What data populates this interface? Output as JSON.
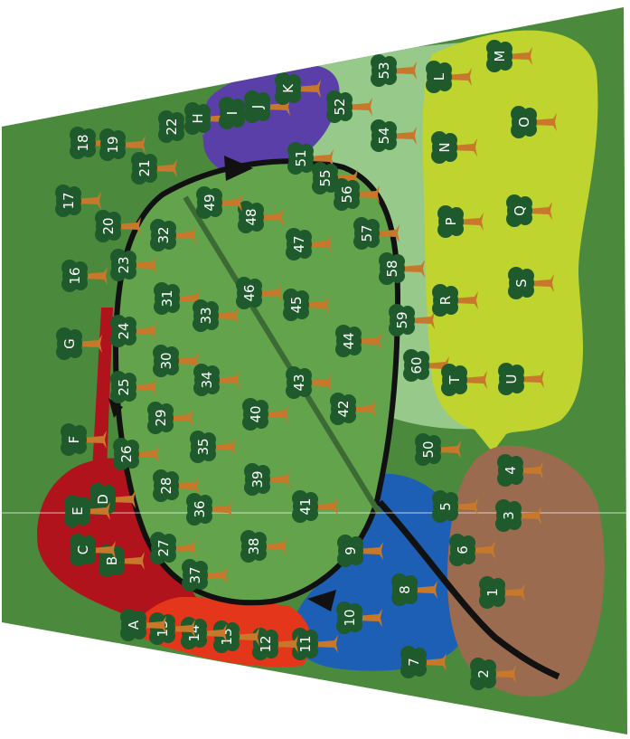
{
  "map": {
    "colors": {
      "background_grass": "#4b8a3c",
      "inner_oval": "#62a34c",
      "light_green_zone": "#96c98a",
      "yellow_green_zone": "#bfd42e",
      "purple_zone": "#5b3fa8",
      "blue_zone": "#1c5fb4",
      "brown_zone": "#9a6b4e",
      "dark_red_zone": "#b0131b",
      "orange_red_zone": "#e4361b",
      "path": "#111111",
      "tree_canopy": "#1e5a2c",
      "tree_trunk": "#c7782a",
      "label": "#ffffff"
    },
    "trees": [
      {
        "label": "1"
      },
      {
        "label": "2"
      },
      {
        "label": "3"
      },
      {
        "label": "4"
      },
      {
        "label": "5"
      },
      {
        "label": "6"
      },
      {
        "label": "7"
      },
      {
        "label": "8"
      },
      {
        "label": "9"
      },
      {
        "label": "10"
      },
      {
        "label": "11"
      },
      {
        "label": "12"
      },
      {
        "label": "13"
      },
      {
        "label": "14"
      },
      {
        "label": "15"
      },
      {
        "label": "16"
      },
      {
        "label": "17"
      },
      {
        "label": "18"
      },
      {
        "label": "19"
      },
      {
        "label": "20"
      },
      {
        "label": "21"
      },
      {
        "label": "22"
      },
      {
        "label": "23"
      },
      {
        "label": "24"
      },
      {
        "label": "25"
      },
      {
        "label": "26"
      },
      {
        "label": "27"
      },
      {
        "label": "28"
      },
      {
        "label": "29"
      },
      {
        "label": "30"
      },
      {
        "label": "31"
      },
      {
        "label": "32"
      },
      {
        "label": "33"
      },
      {
        "label": "34"
      },
      {
        "label": "35"
      },
      {
        "label": "36"
      },
      {
        "label": "37"
      },
      {
        "label": "38"
      },
      {
        "label": "39"
      },
      {
        "label": "40"
      },
      {
        "label": "41"
      },
      {
        "label": "42"
      },
      {
        "label": "43"
      },
      {
        "label": "44"
      },
      {
        "label": "45"
      },
      {
        "label": "46"
      },
      {
        "label": "47"
      },
      {
        "label": "48"
      },
      {
        "label": "49"
      },
      {
        "label": "50"
      },
      {
        "label": "51"
      },
      {
        "label": "52"
      },
      {
        "label": "53"
      },
      {
        "label": "54"
      },
      {
        "label": "55"
      },
      {
        "label": "56"
      },
      {
        "label": "57"
      },
      {
        "label": "58"
      },
      {
        "label": "59"
      },
      {
        "label": "60"
      },
      {
        "label": "A"
      },
      {
        "label": "B"
      },
      {
        "label": "C"
      },
      {
        "label": "D"
      },
      {
        "label": "E"
      },
      {
        "label": "F"
      },
      {
        "label": "G"
      },
      {
        "label": "H"
      },
      {
        "label": "I"
      },
      {
        "label": "J"
      },
      {
        "label": "K"
      },
      {
        "label": "L"
      },
      {
        "label": "M"
      },
      {
        "label": "N"
      },
      {
        "label": "O"
      },
      {
        "label": "P"
      },
      {
        "label": "Q"
      },
      {
        "label": "R"
      },
      {
        "label": "S"
      },
      {
        "label": "T"
      },
      {
        "label": "U"
      }
    ]
  }
}
